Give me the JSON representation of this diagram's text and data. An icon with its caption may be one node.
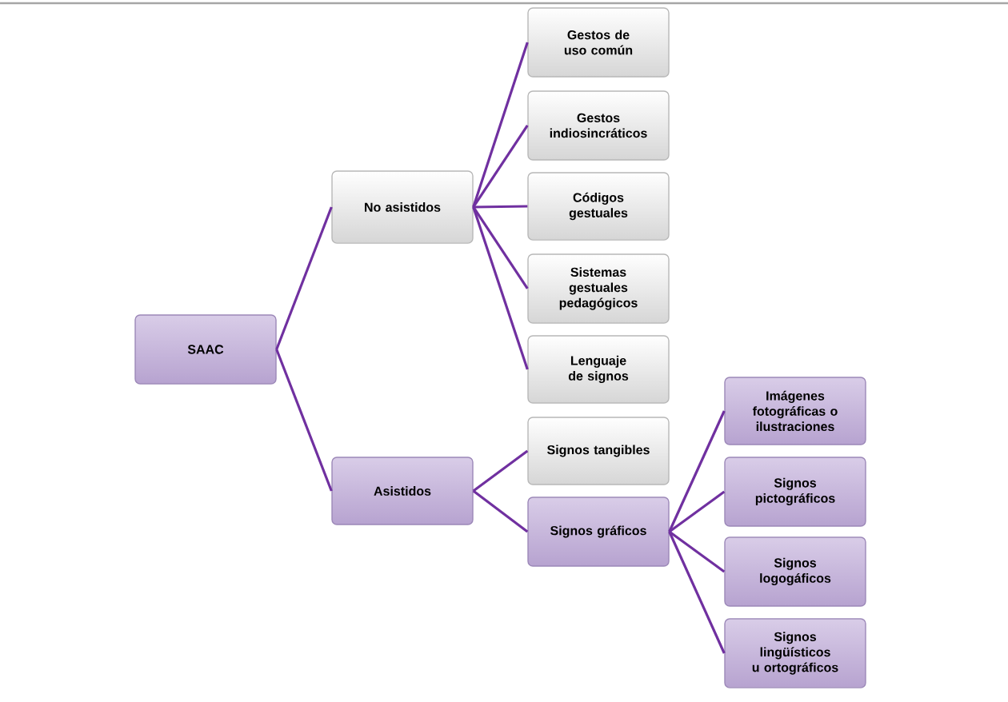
{
  "diagram": {
    "nodes": [
      {
        "text": [
          "SAAC"
        ]
      },
      {
        "text": [
          "No asistidos"
        ]
      },
      {
        "text": [
          "Asistidos"
        ]
      },
      {
        "text": [
          "Gestos de uso común"
        ]
      },
      {
        "text": [
          "Gestos indiosincráticos"
        ]
      },
      {
        "text": [
          "Códigos gestuales"
        ]
      },
      {
        "text": [
          "Sistemas gestuales pedagógicos"
        ]
      },
      {
        "text": [
          "Lenguaje de signos"
        ]
      },
      {
        "text": [
          "Signos tangibles"
        ]
      },
      {
        "text": [
          "Signos gráficos"
        ]
      },
      {
        "text": [
          "Imágenes fotográficas o ilustraciones"
        ]
      },
      {
        "text": [
          "Signos pictográficos"
        ]
      },
      {
        "text": [
          "Signos logogáficos"
        ]
      },
      {
        "text": [
          "Signos lingüísticos u ortográficos"
        ]
      }
    ],
    "edges": [
      {
        "from": 0,
        "to": 1,
        "arrow": "none"
      },
      {
        "from": 0,
        "to": 2,
        "arrow": "none"
      },
      {
        "from": 1,
        "to": 3,
        "arrow": "none"
      },
      {
        "from": 1,
        "to": 4,
        "arrow": "none"
      },
      {
        "from": 1,
        "to": 5,
        "arrow": "none"
      },
      {
        "from": 1,
        "to": 6,
        "arrow": "none"
      },
      {
        "from": 1,
        "to": 7,
        "arrow": "none"
      },
      {
        "from": 2,
        "to": 8,
        "arrow": "none"
      },
      {
        "from": 2,
        "to": 9,
        "arrow": "none"
      },
      {
        "from": 9,
        "to": 10,
        "arrow": "none"
      },
      {
        "from": 9,
        "to": 11,
        "arrow": "none"
      },
      {
        "from": 9,
        "to": 12,
        "arrow": "none"
      },
      {
        "from": 9,
        "to": 13,
        "arrow": "none"
      }
    ]
  }
}
